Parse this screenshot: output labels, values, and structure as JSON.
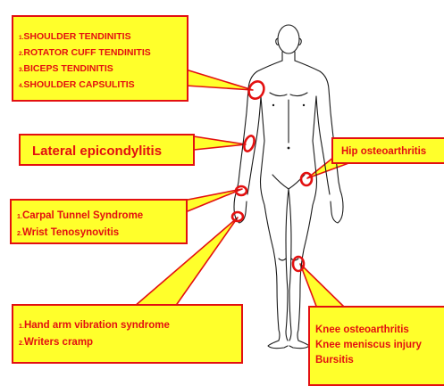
{
  "callouts": {
    "shoulder": {
      "items": [
        {
          "num": "1.",
          "text": "SHOULDER TENDINITIS"
        },
        {
          "num": "2.",
          "text": "ROTATOR CUFF TENDINITIS"
        },
        {
          "num": "3.",
          "text": "BICEPS TENDINITIS"
        },
        {
          "num": "4.",
          "text": "SHOULDER CAPSULITIS"
        }
      ]
    },
    "lateral": {
      "text": "Lateral epicondylitis"
    },
    "hip": {
      "text": "Hip osteoarthritis"
    },
    "carpal": {
      "items": [
        {
          "num": "1.",
          "text": "Carpal Tunnel Syndrome"
        },
        {
          "num": "2.",
          "text": "Wrist Tenosynovitis"
        }
      ]
    },
    "hand": {
      "items": [
        {
          "num": "1.",
          "text": "Hand arm vibration syndrome"
        },
        {
          "num": "2.",
          "text": "Writers cramp"
        }
      ]
    },
    "knee": {
      "items": [
        {
          "text": "Knee osteoarthritis"
        },
        {
          "text": "Knee meniscus injury"
        },
        {
          "text": "Bursitis"
        }
      ]
    }
  },
  "colors": {
    "box_fill": "#ffff2b",
    "accent_red": "#e31010",
    "outline": "#1a1a1a"
  }
}
